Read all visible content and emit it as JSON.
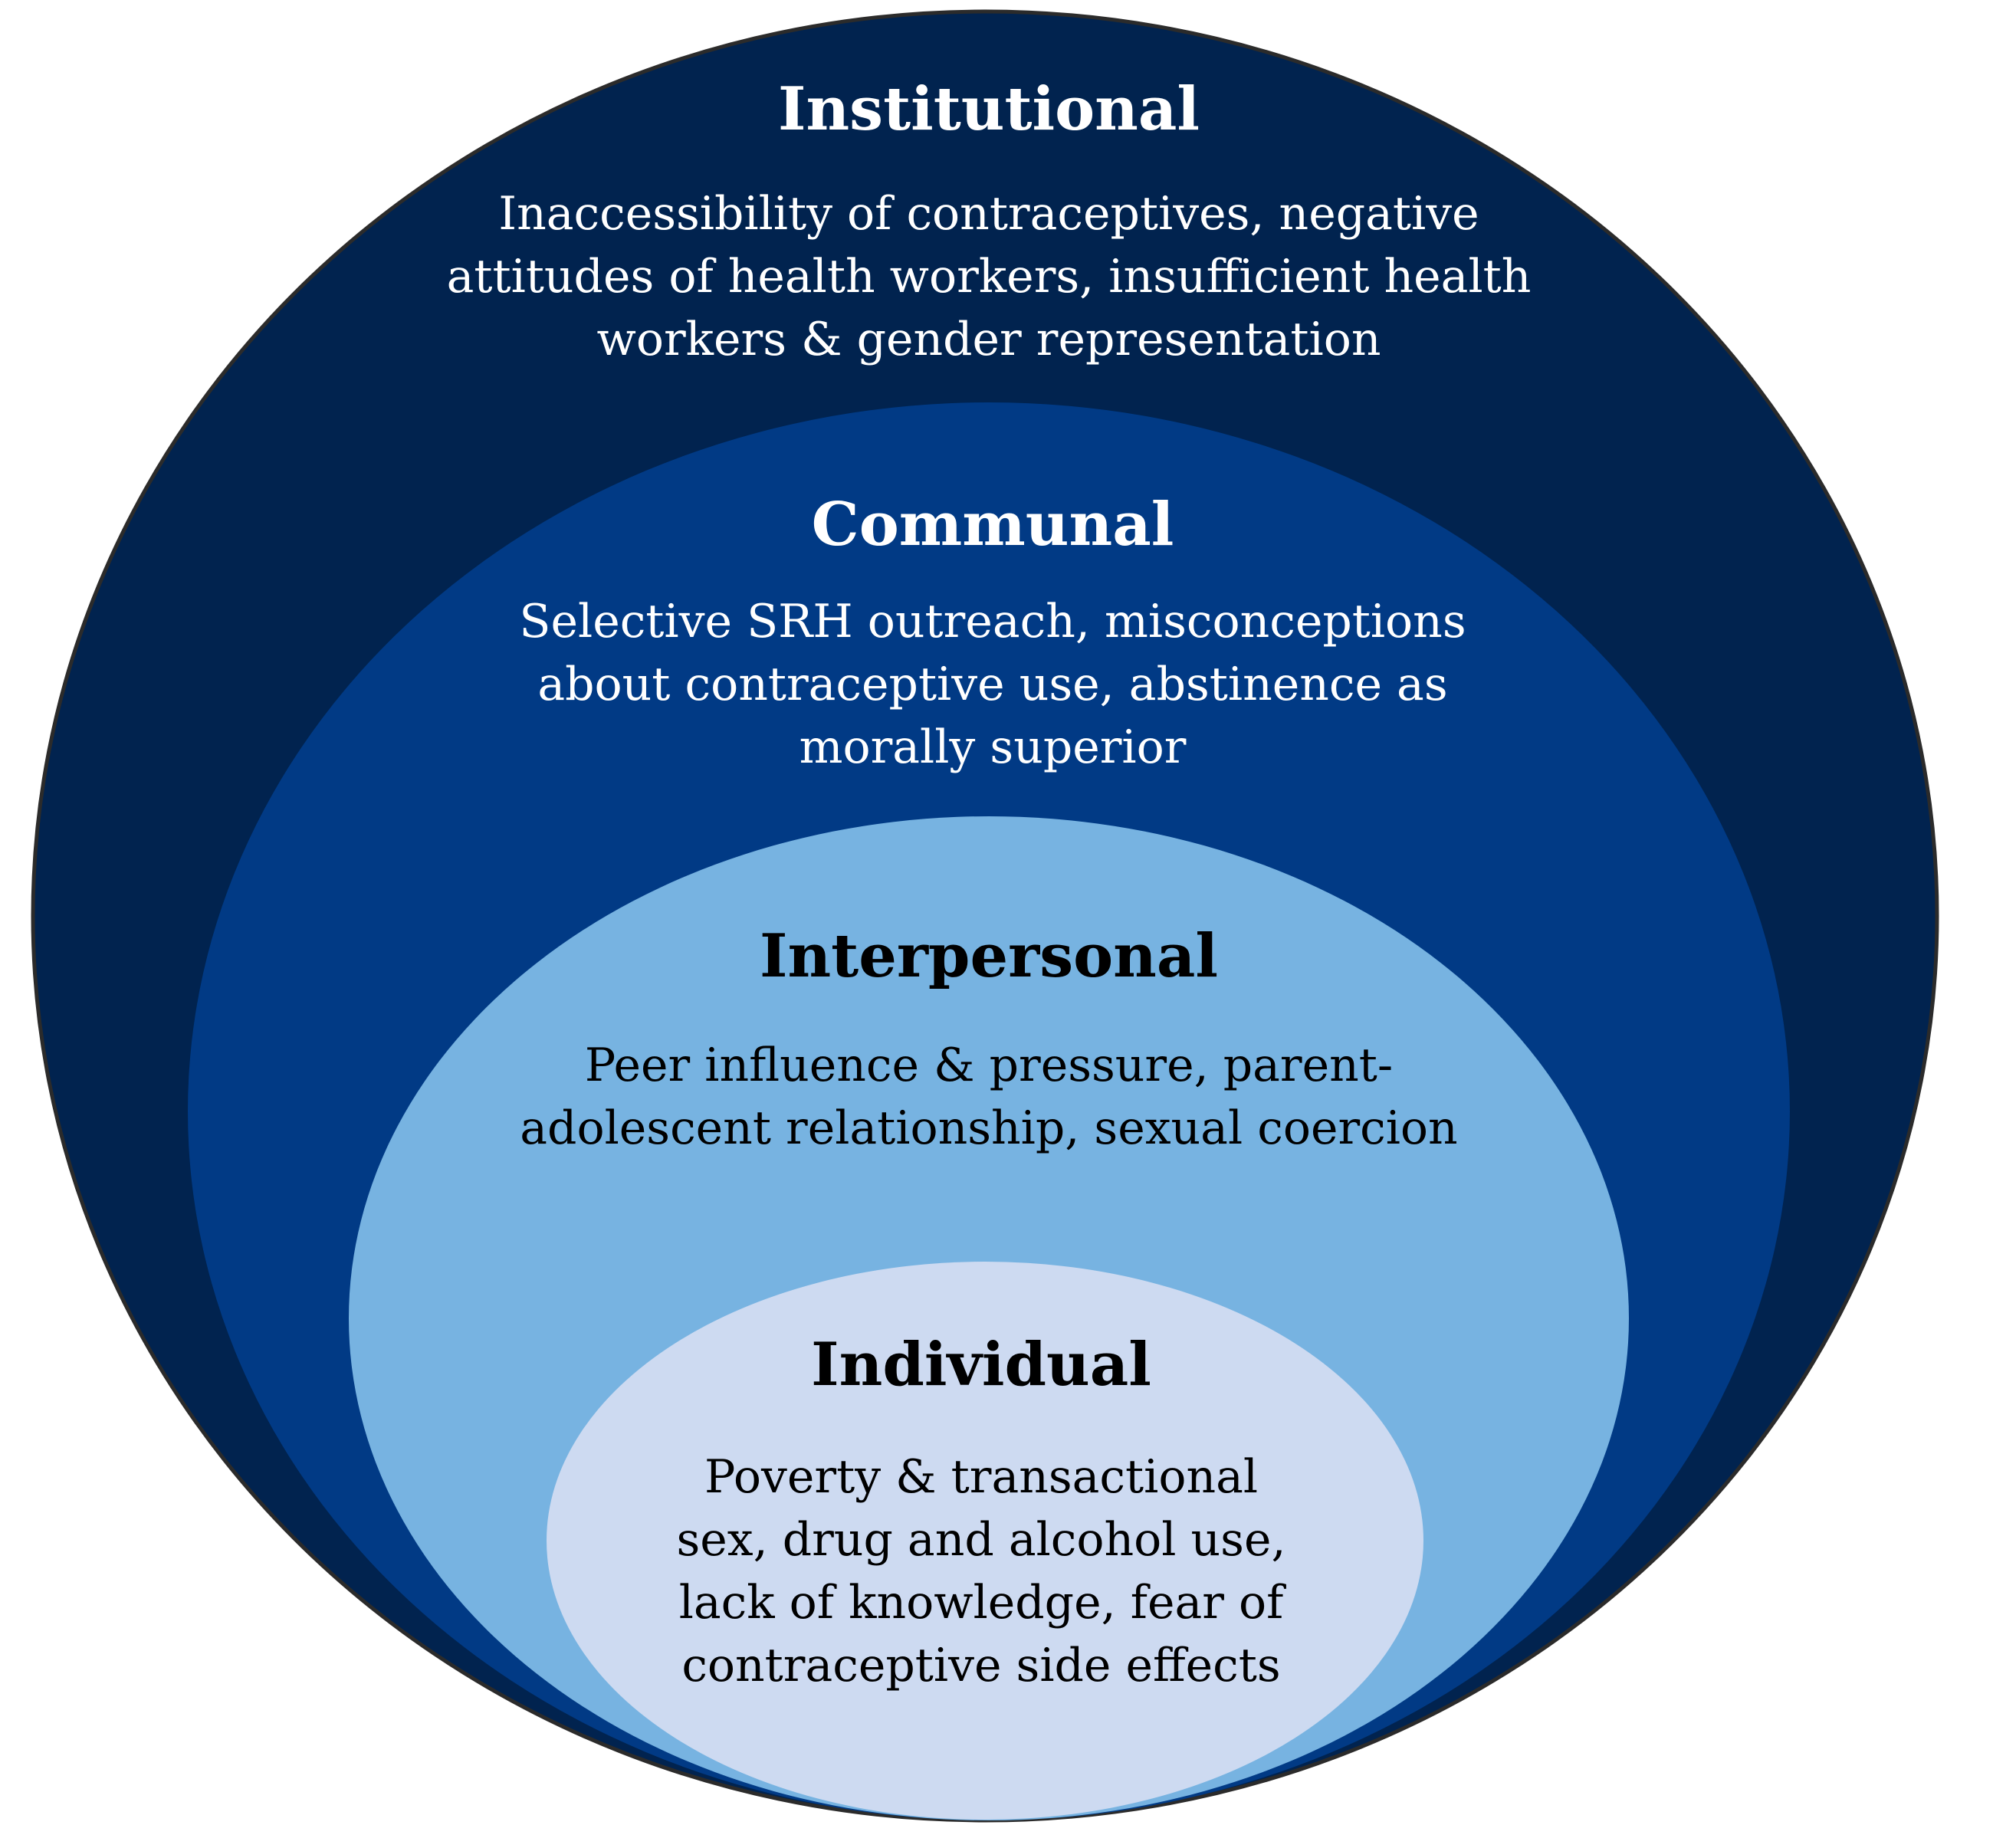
{
  "colors": {
    "institutional": "#01234f",
    "communal": "#013a85",
    "interpersonal": "#77b3e1",
    "individual": "#cddaf1",
    "outline": "#2b2b2b",
    "light_text": "#ffffff",
    "dark_text": "#000000"
  },
  "layers": [
    {
      "id": "institutional",
      "title": "Institutional",
      "description": "Inaccessibility of contraceptives, negative attitudes of health workers, insufficient health workers & gender representation"
    },
    {
      "id": "communal",
      "title": "Communal",
      "description": "Selective SRH outreach, misconceptions about contraceptive use, abstinence as morally superior"
    },
    {
      "id": "interpersonal",
      "title": "Interpersonal",
      "description": "Peer influence & pressure, parent-adolescent relationship, sexual coercion"
    },
    {
      "id": "individual",
      "title": "Individual",
      "description": "Poverty & transactional sex, drug and alcohol use, lack of knowledge, fear of contraceptive side effects"
    }
  ]
}
